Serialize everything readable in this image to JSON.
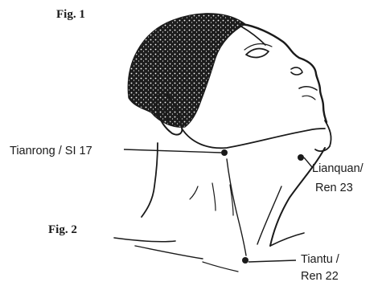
{
  "figure_labels": {
    "fig1": "Fig. 1",
    "fig2": "Fig. 2"
  },
  "points": [
    {
      "key": "tianrong",
      "line1": "Tianrong / SI 17",
      "line2": ""
    },
    {
      "key": "lianquan",
      "line1": "Lianquan/",
      "line2": "Ren 23"
    },
    {
      "key": "tiantu",
      "line1": "Tiantu /",
      "line2": "Ren 22"
    }
  ],
  "colors": {
    "ink": "#1a1a1a",
    "background": "#ffffff"
  }
}
